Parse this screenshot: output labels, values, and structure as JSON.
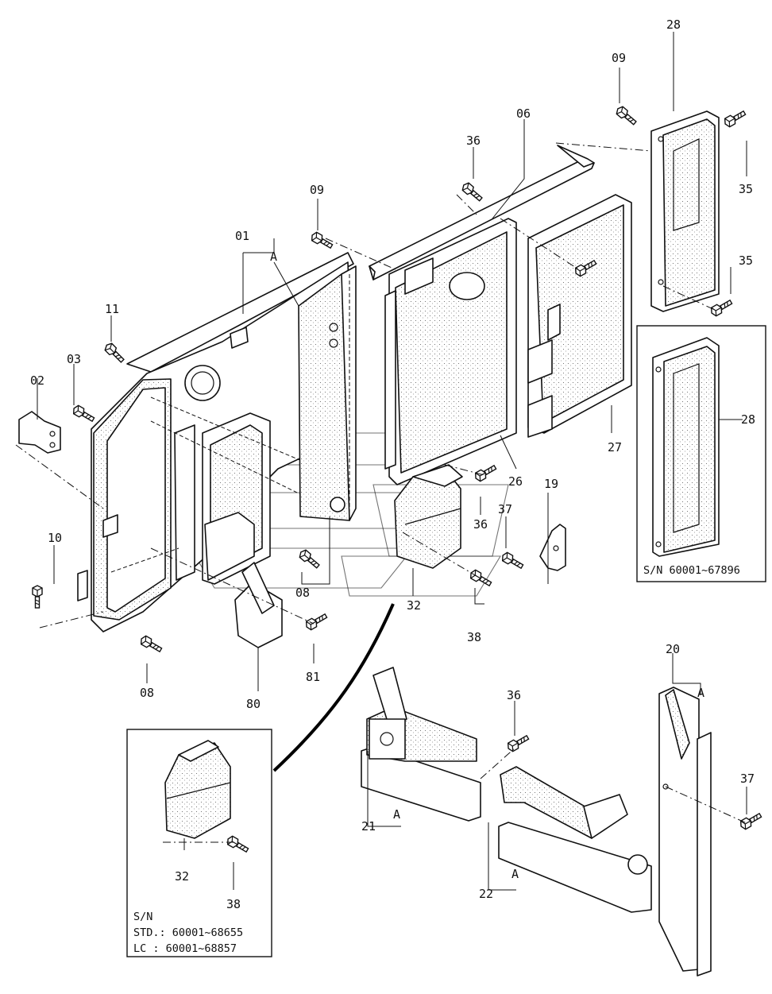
{
  "diagram": {
    "labels": {
      "p01": "01",
      "p02": "02",
      "p03": "03",
      "p06": "06",
      "p08a": "08",
      "p08b": "08",
      "p09a": "09",
      "p09b": "09",
      "p10": "10",
      "p11": "11",
      "p19": "19",
      "p20": "20",
      "p21": "21",
      "p22": "22",
      "p26": "26",
      "p27": "27",
      "p28a": "28",
      "p28b": "28",
      "p32a": "32",
      "p32b": "32",
      "p35a": "35",
      "p35b": "35",
      "p36a": "36",
      "p36b": "36",
      "p36c": "36",
      "p37a": "37",
      "p37b": "37",
      "p38a": "38",
      "p38b": "38",
      "p80": "80",
      "p81": "81",
      "refA1": "A",
      "refA2": "A",
      "refA3": "A",
      "refA4": "A"
    },
    "inset_right": {
      "serial": "S/N 60001~67896"
    },
    "inset_left": {
      "sn_label": "S/N",
      "std": "STD.: 60001~68655",
      "lc": "LC  : 60001~68857"
    }
  }
}
